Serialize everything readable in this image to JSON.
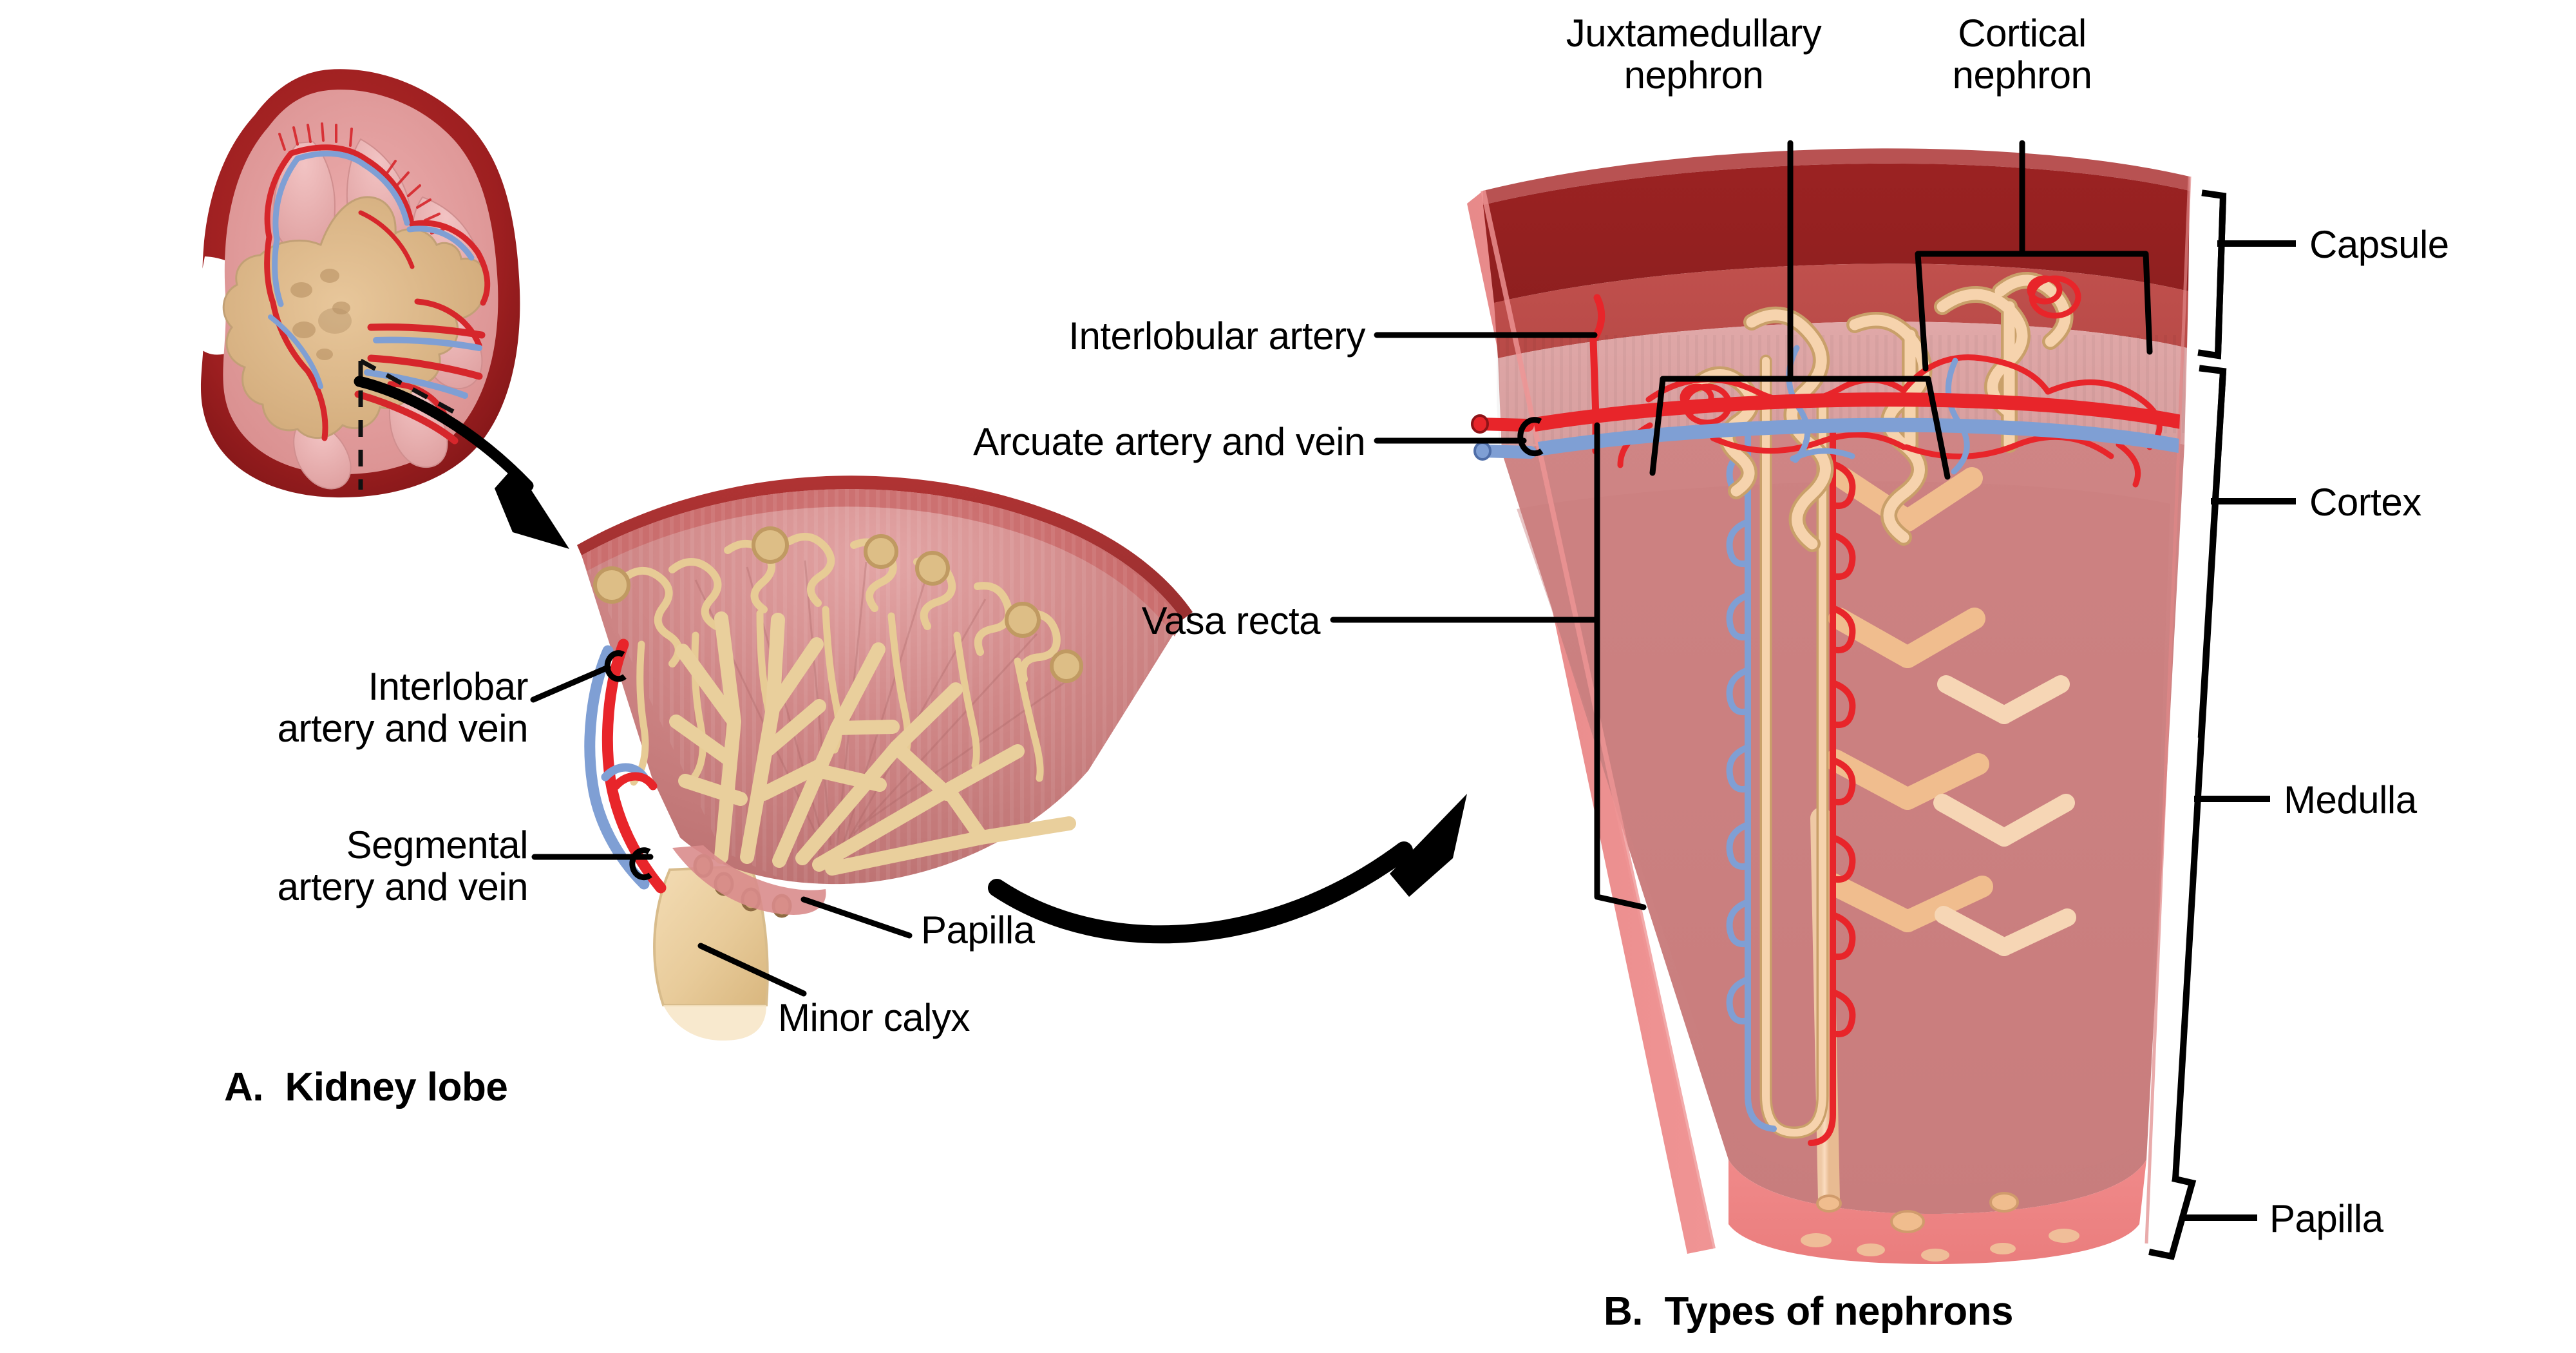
{
  "figure": {
    "title": "Kidney lobe and types of nephrons",
    "background": "#ffffff"
  },
  "panel_a": {
    "caption": "A.  Kidney lobe",
    "labels": {
      "interlobar": "Interlobar\nartery and vein",
      "segmental": "Segmental\nartery and vein",
      "papilla": "Papilla",
      "minor_calyx": "Minor calyx"
    }
  },
  "panel_b": {
    "caption": "B.  Types of nephrons",
    "labels": {
      "juxtamedullary": "Juxtamedullary\nnephron",
      "cortical": "Cortical\nnephron",
      "interlobular": "Interlobular artery",
      "arcuate": "Arcuate artery and vein",
      "vasa_recta": "Vasa recta",
      "capsule": "Capsule",
      "cortex": "Cortex",
      "medulla": "Medulla",
      "papilla": "Papilla"
    }
  },
  "colors": {
    "capsule_dark_red": "#a52a2a",
    "capsule_rim": "#c0504d",
    "cortex_pink": "#dfa3a3",
    "medulla_rose": "#cf7f7f",
    "papilla_pink": "#f08080",
    "artery_red": "#e8252a",
    "vein_blue": "#7f9fd4",
    "tubule_tan": "#f5c99a",
    "tubule_outline": "#c9a06a",
    "collecting_duct": "#f1c8a0",
    "kidney_outer_red": "#a01f20",
    "kidney_cortex": "#e7a0a0",
    "kidney_pelvis_tan": "#dcb98a",
    "leader_black": "#000000"
  }
}
